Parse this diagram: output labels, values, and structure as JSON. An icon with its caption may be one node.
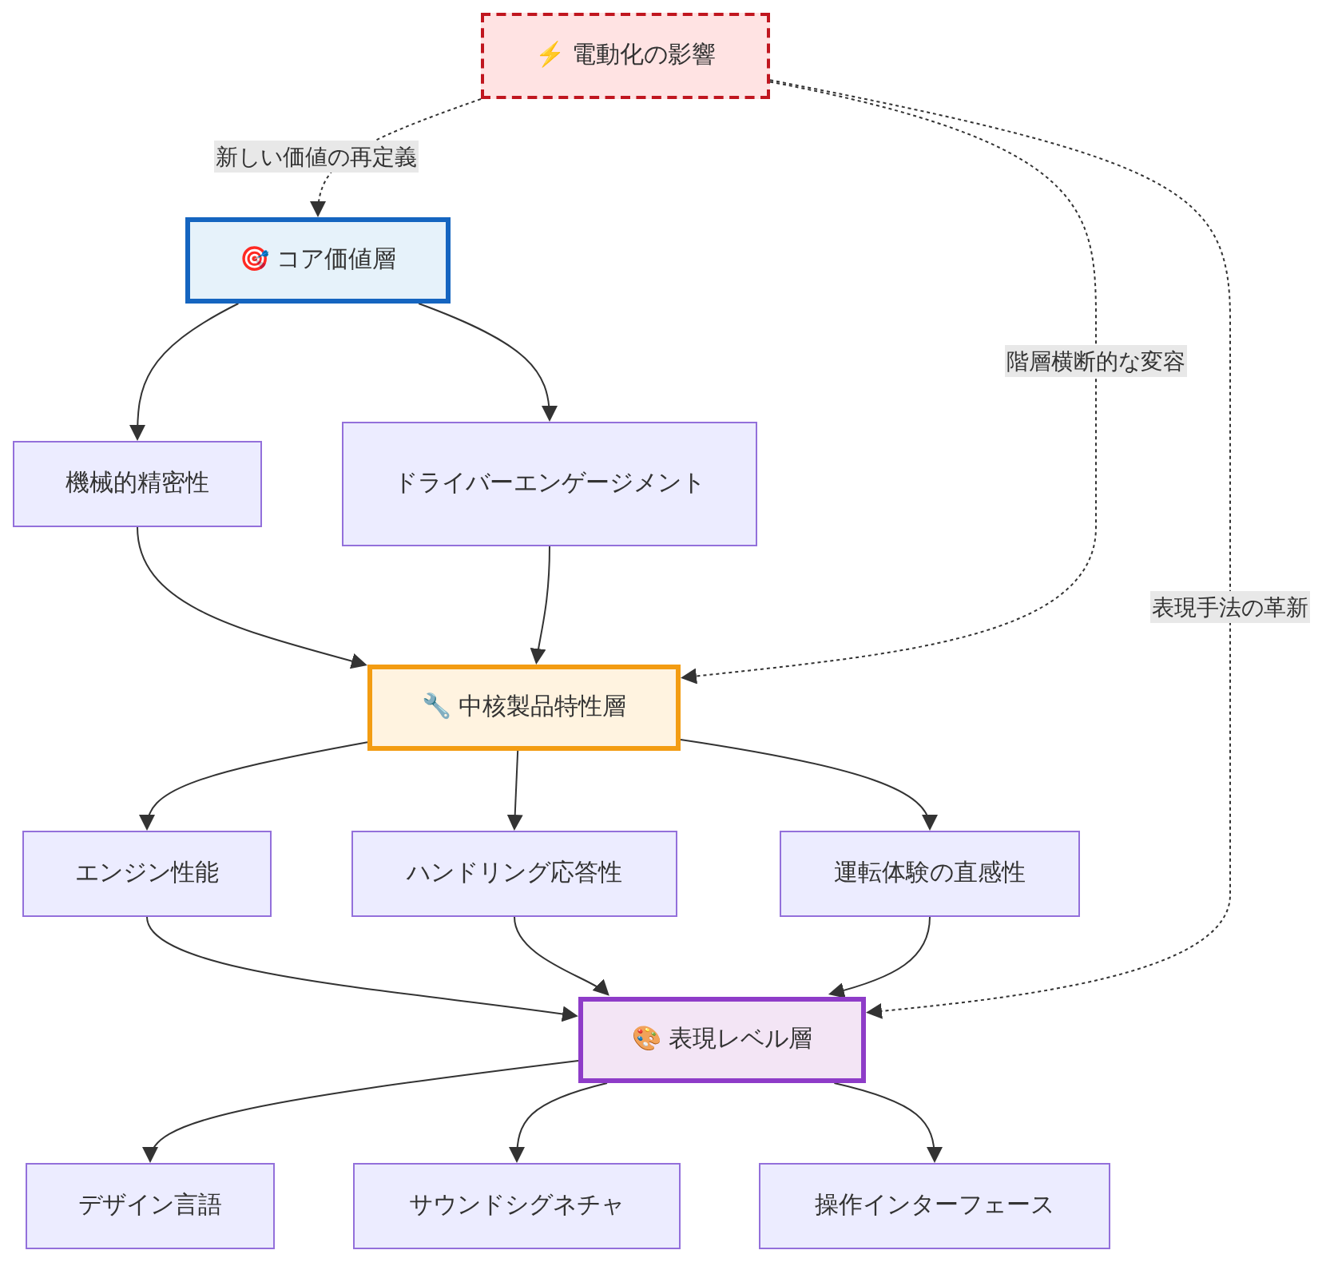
{
  "diagram": {
    "nodes": [
      {
        "text": [
          "⚡ 電動化の影響"
        ]
      },
      {
        "text": [
          "🎯 コア価値層"
        ]
      },
      {
        "text": [
          "機械的精密性"
        ]
      },
      {
        "text": [
          "ドライバーエンゲージメント"
        ]
      },
      {
        "text": [
          "🔧 中核製品特性層"
        ]
      },
      {
        "text": [
          "エンジン性能"
        ]
      },
      {
        "text": [
          "ハンドリング応答性"
        ]
      },
      {
        "text": [
          "運転体験の直感性"
        ]
      },
      {
        "text": [
          "🎨 表現レベル層"
        ]
      },
      {
        "text": [
          "デザイン言語"
        ]
      },
      {
        "text": [
          "サウンドシグネチャ"
        ]
      },
      {
        "text": [
          "操作インターフェース"
        ]
      }
    ],
    "edges": [
      {
        "from": 0,
        "to": 1,
        "arrow": "to",
        "label": "新しい価値の再定義",
        "style": "dashed"
      },
      {
        "from": 1,
        "to": 2,
        "arrow": "to"
      },
      {
        "from": 1,
        "to": 3,
        "arrow": "to"
      },
      {
        "from": 2,
        "to": 4,
        "arrow": "to"
      },
      {
        "from": 3,
        "to": 4,
        "arrow": "to"
      },
      {
        "from": 0,
        "to": 4,
        "arrow": "to",
        "label": "階層横断的な変容",
        "style": "dashed"
      },
      {
        "from": 0,
        "to": 8,
        "arrow": "to",
        "label": "表現手法の革新",
        "style": "dashed"
      },
      {
        "from": 4,
        "to": 5,
        "arrow": "to"
      },
      {
        "from": 4,
        "to": 6,
        "arrow": "to"
      },
      {
        "from": 4,
        "to": 7,
        "arrow": "to"
      },
      {
        "from": 5,
        "to": 8,
        "arrow": "to"
      },
      {
        "from": 6,
        "to": 8,
        "arrow": "to"
      },
      {
        "from": 7,
        "to": 8,
        "arrow": "to"
      },
      {
        "from": 8,
        "to": 9,
        "arrow": "to"
      },
      {
        "from": 8,
        "to": 10,
        "arrow": "to"
      },
      {
        "from": 8,
        "to": 11,
        "arrow": "to"
      }
    ]
  }
}
